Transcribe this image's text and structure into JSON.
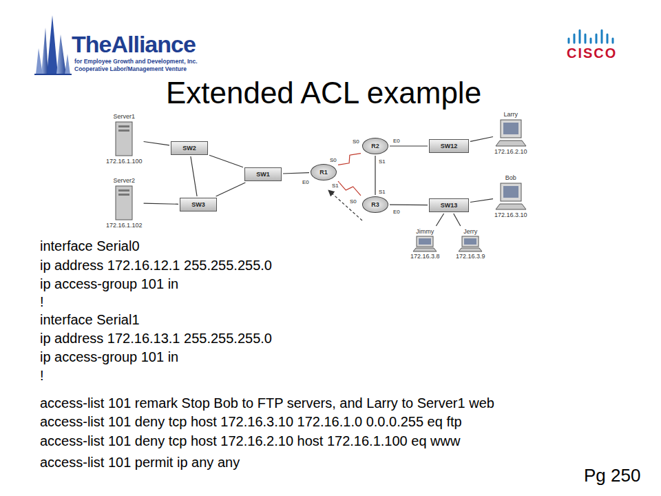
{
  "diagram": {
    "title": "Extended ACL example",
    "nodes": [
      {
        "text": [
          "Server1",
          "172.16.1.100"
        ]
      },
      {
        "text": [
          "Server2",
          "172.16.1.102"
        ]
      },
      {
        "text": [
          "SW2"
        ]
      },
      {
        "text": [
          "SW3"
        ]
      },
      {
        "text": [
          "SW1"
        ]
      },
      {
        "text": [
          "R1"
        ]
      },
      {
        "text": [
          "R2"
        ]
      },
      {
        "text": [
          "R3"
        ]
      },
      {
        "text": [
          "SW12"
        ]
      },
      {
        "text": [
          "SW13"
        ]
      },
      {
        "text": [
          "Larry",
          "172.16.2.10"
        ]
      },
      {
        "text": [
          "Bob",
          "172.16.3.10"
        ]
      },
      {
        "text": [
          "Jimmy",
          "172.16.3.8"
        ]
      },
      {
        "text": [
          "Jerry",
          "172.16.3.9"
        ]
      }
    ],
    "edges": [
      {
        "from": 0,
        "to": 2,
        "arrow": "none"
      },
      {
        "from": 1,
        "to": 3,
        "arrow": "none"
      },
      {
        "from": 2,
        "to": 3,
        "arrow": "none"
      },
      {
        "from": 2,
        "to": 4,
        "arrow": "none"
      },
      {
        "from": 3,
        "to": 4,
        "arrow": "none"
      },
      {
        "from": 4,
        "to": 5,
        "arrow": "none"
      },
      {
        "from": 5,
        "to": 6,
        "arrow": "none"
      },
      {
        "from": 5,
        "to": 7,
        "arrow": "none"
      },
      {
        "from": 6,
        "to": 7,
        "arrow": "none"
      },
      {
        "from": 6,
        "to": 8,
        "arrow": "none"
      },
      {
        "from": 8,
        "to": 10,
        "arrow": "none"
      },
      {
        "from": 7,
        "to": 9,
        "arrow": "none"
      },
      {
        "from": 9,
        "to": 11,
        "arrow": "none"
      },
      {
        "from": 9,
        "to": 12,
        "arrow": "none"
      },
      {
        "from": 9,
        "to": 13,
        "arrow": "none"
      }
    ],
    "labels": [
      "TheAlliance",
      "for Employee Growth and Development, Inc.",
      "Cooperative Labor/Management Venture",
      "CISCO",
      "E0",
      "S0",
      "S1",
      "S0",
      "S1",
      "E0",
      "S1",
      "S0",
      "E0",
      "interface Serial0",
      "ip address 172.16.12.1 255.255.255.0",
      "ip access-group 101 in",
      "!",
      "interface Serial1",
      "ip address 172.16.13.1 255.255.255.0",
      "ip access-group 101 in",
      "!",
      "access-list 101 remark Stop Bob to FTP servers, and Larry to Server1 web",
      "access-list 101 deny tcp host 172.16.3.10 172.16.1.0 0.0.0.255 eq ftp",
      "access-list 101 deny tcp host 172.16.2.10 host 172.16.1.100 eq www",
      "access-list 101 permit ip any any",
      "Pg 250"
    ]
  }
}
